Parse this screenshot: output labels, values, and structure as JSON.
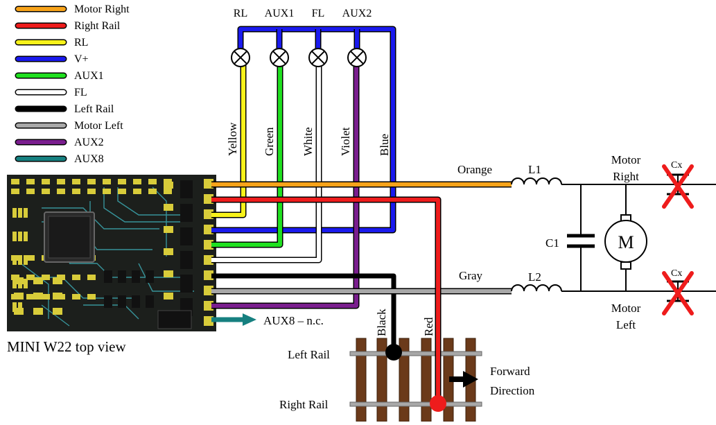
{
  "legend": [
    {
      "label": "Motor Right",
      "color": "#f7a31a"
    },
    {
      "label": "Right Rail",
      "color": "#ee1c1c"
    },
    {
      "label": "RL",
      "color": "#f7f21a"
    },
    {
      "label": "V+",
      "color": "#1a1aee"
    },
    {
      "label": "AUX1",
      "color": "#20e020"
    },
    {
      "label": "FL",
      "color": "#ffffff"
    },
    {
      "label": "Left Rail",
      "color": "#000000"
    },
    {
      "label": "Motor Left",
      "color": "#a8a8a8"
    },
    {
      "label": "AUX2",
      "color": "#7a1e8e"
    },
    {
      "label": "AUX8",
      "color": "#168080"
    }
  ],
  "lamps": [
    "RL",
    "AUX1",
    "FL",
    "AUX2"
  ],
  "wires": [
    "Yellow",
    "Green",
    "White",
    "Violet",
    "Blue"
  ],
  "decoder_caption": "MINI W22 top view",
  "aux8_label": "AUX8 – n.c.",
  "track_wires": {
    "black": "Black",
    "red": "Red"
  },
  "rails": {
    "left": "Left Rail",
    "right": "Right Rail"
  },
  "direction": {
    "line1": "Forward",
    "line2": "Direction"
  },
  "motor_circuit": {
    "orange": "Orange",
    "gray": "Gray",
    "l1": "L1",
    "l2": "L2",
    "c1": "C1",
    "motor": "M",
    "motor_right_1": "Motor",
    "motor_right_2": "Right",
    "motor_left_1": "Motor",
    "motor_left_2": "Left",
    "cx_top": "Cx",
    "cx_bottom": "Cx"
  }
}
